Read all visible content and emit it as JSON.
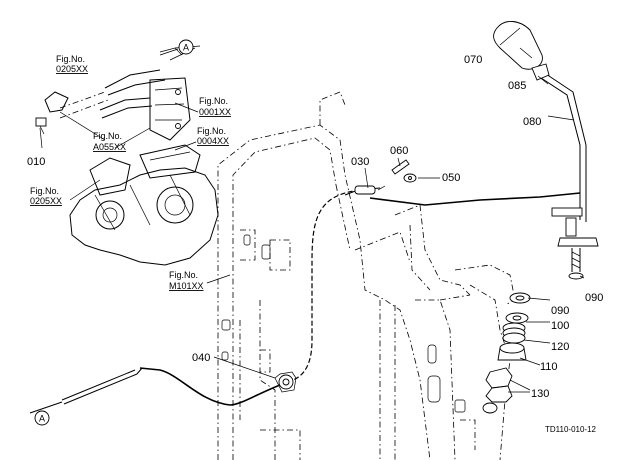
{
  "diagram": {
    "callout_A": "A",
    "fig_refs": [
      {
        "line1": "Fig.No.",
        "line2": "0205XX"
      },
      {
        "line1": "Fig.No.",
        "line2": "0001XX"
      },
      {
        "line1": "Fig.No.",
        "line2": "A055XX"
      },
      {
        "line1": "Fig.No.",
        "line2": "0004XX"
      },
      {
        "line1": "Fig.No.",
        "line2": "0205XX"
      },
      {
        "line1": "Fig.No.",
        "line2": "M101XX"
      }
    ],
    "part_numbers": [
      "010",
      "030",
      "040",
      "050",
      "060",
      "070",
      "080",
      "085",
      "090",
      "090",
      "100",
      "110",
      "120",
      "130"
    ],
    "drawing_code": "TD110-010-12"
  }
}
